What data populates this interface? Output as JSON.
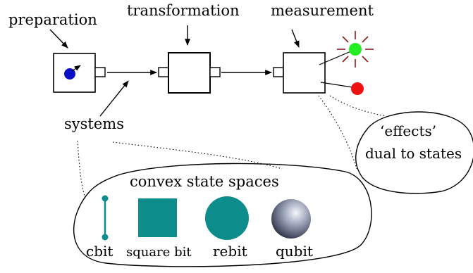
{
  "labels": {
    "preparation": "preparation",
    "transformation": "transformation",
    "measurement": "measurement",
    "systems": "systems",
    "effects_line1": "‘effects’",
    "effects_line2": "dual to states",
    "state_spaces_title": "convex state spaces",
    "cbit": "cbit",
    "square_bit": "square bit",
    "rebit": "rebit",
    "qubit": "qubit"
  },
  "colors": {
    "preparation_particle": "#0a10c8",
    "outcome_on": "#22ee22",
    "outcome_off": "#ee1111",
    "burst": "#8b1a1a",
    "state_space": "#0c8c8a"
  },
  "icons": {
    "particle": "particle-dot-icon",
    "outcome_on": "outcome-light-on-icon",
    "outcome_off": "outcome-light-off-icon"
  }
}
